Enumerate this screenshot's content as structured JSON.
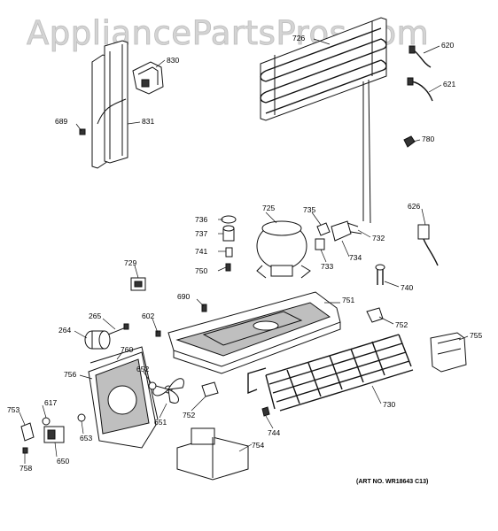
{
  "watermark": "AppliancePartsPros.com",
  "art_number": "(ART NO. WR18643 C13)",
  "parts": [
    {
      "id": "p830",
      "label": "830"
    },
    {
      "id": "p831",
      "label": "831"
    },
    {
      "id": "p689",
      "label": "689"
    },
    {
      "id": "p726",
      "label": "726"
    },
    {
      "id": "p620",
      "label": "620"
    },
    {
      "id": "p621",
      "label": "621"
    },
    {
      "id": "p780",
      "label": "780"
    },
    {
      "id": "p626",
      "label": "626"
    },
    {
      "id": "p725",
      "label": "725"
    },
    {
      "id": "p736",
      "label": "736"
    },
    {
      "id": "p737",
      "label": "737"
    },
    {
      "id": "p741",
      "label": "741"
    },
    {
      "id": "p750",
      "label": "750"
    },
    {
      "id": "p735",
      "label": "735"
    },
    {
      "id": "p732",
      "label": "732"
    },
    {
      "id": "p733",
      "label": "733"
    },
    {
      "id": "p734",
      "label": "734"
    },
    {
      "id": "p740",
      "label": "740"
    },
    {
      "id": "p729",
      "label": "729"
    },
    {
      "id": "p690",
      "label": "690"
    },
    {
      "id": "p751",
      "label": "751"
    },
    {
      "id": "p265",
      "label": "265"
    },
    {
      "id": "p602",
      "label": "602"
    },
    {
      "id": "p264",
      "label": "264"
    },
    {
      "id": "p752a",
      "label": "752"
    },
    {
      "id": "p755",
      "label": "755"
    },
    {
      "id": "p760",
      "label": "760"
    },
    {
      "id": "p756",
      "label": "756"
    },
    {
      "id": "p652",
      "label": "652"
    },
    {
      "id": "p617",
      "label": "617"
    },
    {
      "id": "p753",
      "label": "753"
    },
    {
      "id": "p653",
      "label": "653"
    },
    {
      "id": "p651",
      "label": "651"
    },
    {
      "id": "p752b",
      "label": "752"
    },
    {
      "id": "p730",
      "label": "730"
    },
    {
      "id": "p744",
      "label": "744"
    },
    {
      "id": "p650",
      "label": "650"
    },
    {
      "id": "p758",
      "label": "758"
    },
    {
      "id": "p754",
      "label": "754"
    }
  ]
}
